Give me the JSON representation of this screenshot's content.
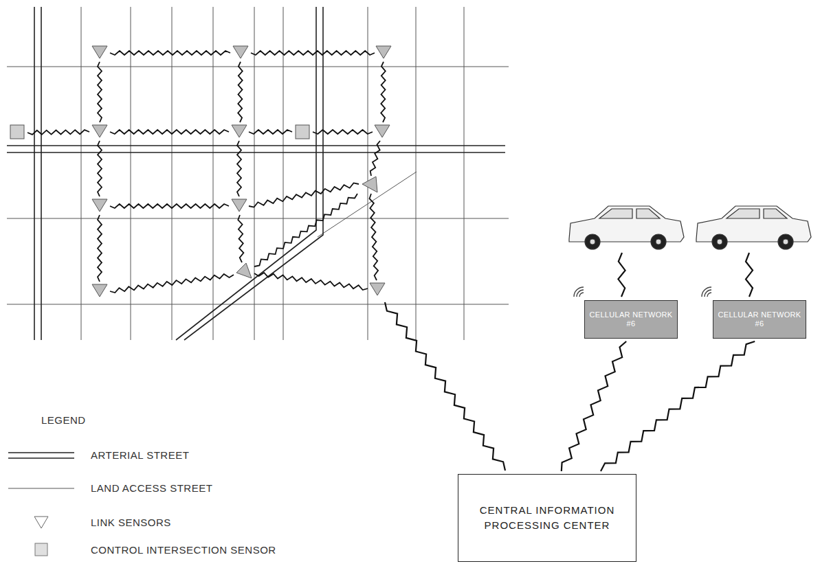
{
  "diagram": {
    "nodes": [
      {
        "text": [
          "CELLULAR NETWORK #6"
        ]
      },
      {
        "text": [
          "CELLULAR NETWORK #6"
        ]
      },
      {
        "text": [
          "CENTRAL INFORMATION PROCESSING CENTER"
        ]
      }
    ],
    "edges": [
      {
        "from": 0,
        "to": 2,
        "arrow": "none"
      },
      {
        "from": 1,
        "to": 2,
        "arrow": "none"
      }
    ],
    "labels": [
      "LEGEND"
    ],
    "legend": [
      {
        "text": "ARTERIAL STREET"
      },
      {
        "text": "LAND ACCESS STREET"
      },
      {
        "text": "LINK SENSORS"
      },
      {
        "text": "CONTROL INTERSECTION SENSOR"
      }
    ]
  }
}
